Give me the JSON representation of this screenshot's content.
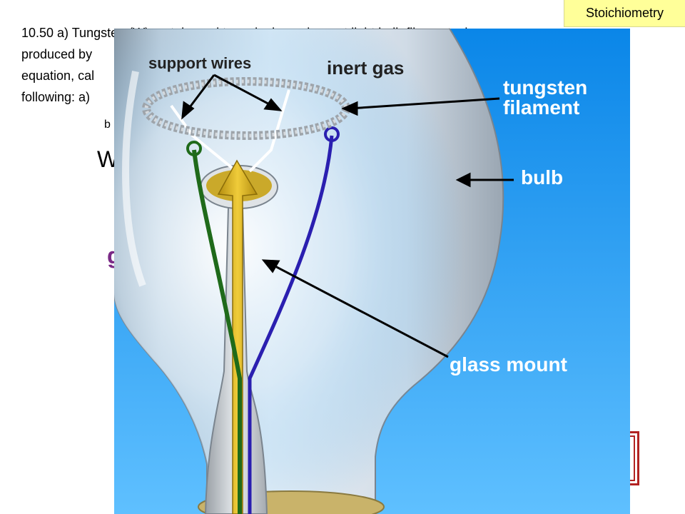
{
  "slide": {
    "tag": "Stoichiometry",
    "problem_lines": [
      "10.50 a) Tungsten (W) metal, used to make incandescent light bulb filaments, is",
      "produced by",
      "equation, cal",
      "following:  a)"
    ],
    "sub_label": "b",
    "big_letter": "W",
    "purple_letter": "g"
  },
  "diagram": {
    "labels": {
      "support_wires": "support wires",
      "inert_gas": "inert gas",
      "tungsten_line1": "tungsten",
      "tungsten_line2": "filament",
      "bulb": "bulb",
      "glass_mount": "glass mount"
    },
    "colors": {
      "background_top": "#0a86e8",
      "background_bottom": "#5fc0ff",
      "label_text": "#ffffff",
      "label_dark": "#222222",
      "green_wire": "#1f6a1a",
      "blue_wire": "#2a1fb0",
      "glass_mount_fill": "#d9b21f",
      "answer_box": "#b22222"
    }
  }
}
